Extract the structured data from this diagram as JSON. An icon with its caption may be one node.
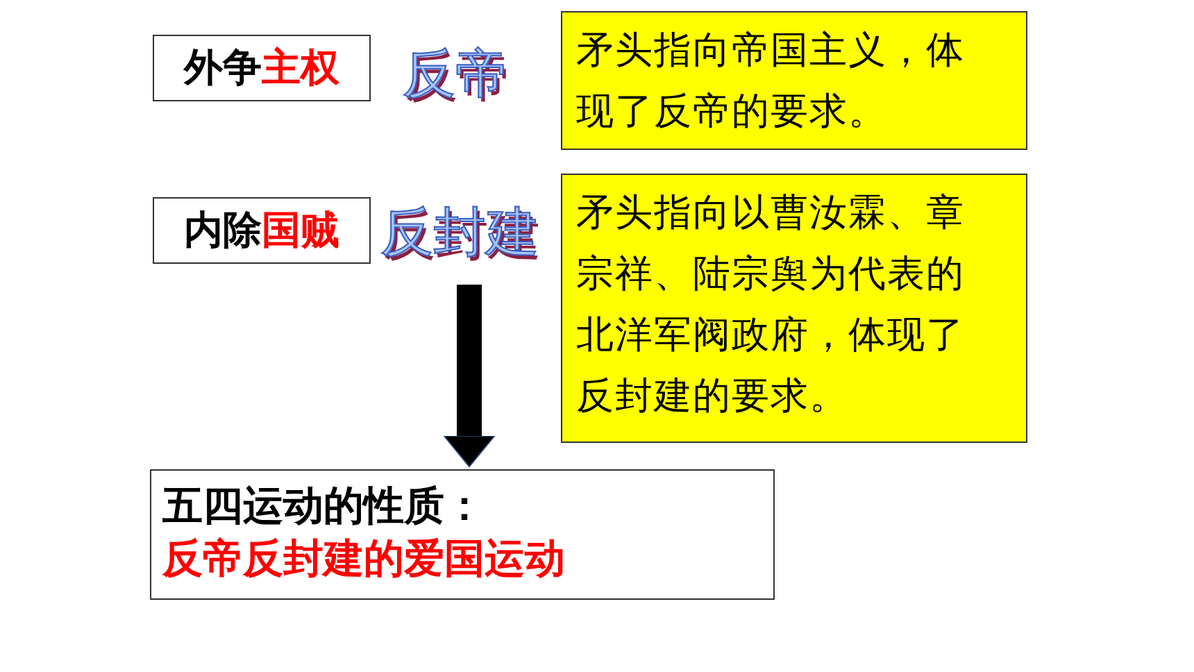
{
  "diagram": {
    "nodes": [
      {
        "text": [
          "外争",
          "主权"
        ]
      },
      {
        "text": [
          "矛头指向帝国主义，体现了反帝的要求。"
        ]
      },
      {
        "text": [
          "内除",
          "国贼"
        ]
      },
      {
        "text": [
          "矛头指向以曹汝霖、章宗祥、陆宗舆为代表的北洋军阀政府，体现了反封建的要求。"
        ]
      },
      {
        "text": [
          "五四运动的性质：",
          "反帝反封建的爱国运动"
        ]
      }
    ],
    "edges": [
      {
        "from": null,
        "to": 4,
        "arrow": "to"
      }
    ],
    "labels": [
      "反帝",
      "反封建"
    ]
  }
}
